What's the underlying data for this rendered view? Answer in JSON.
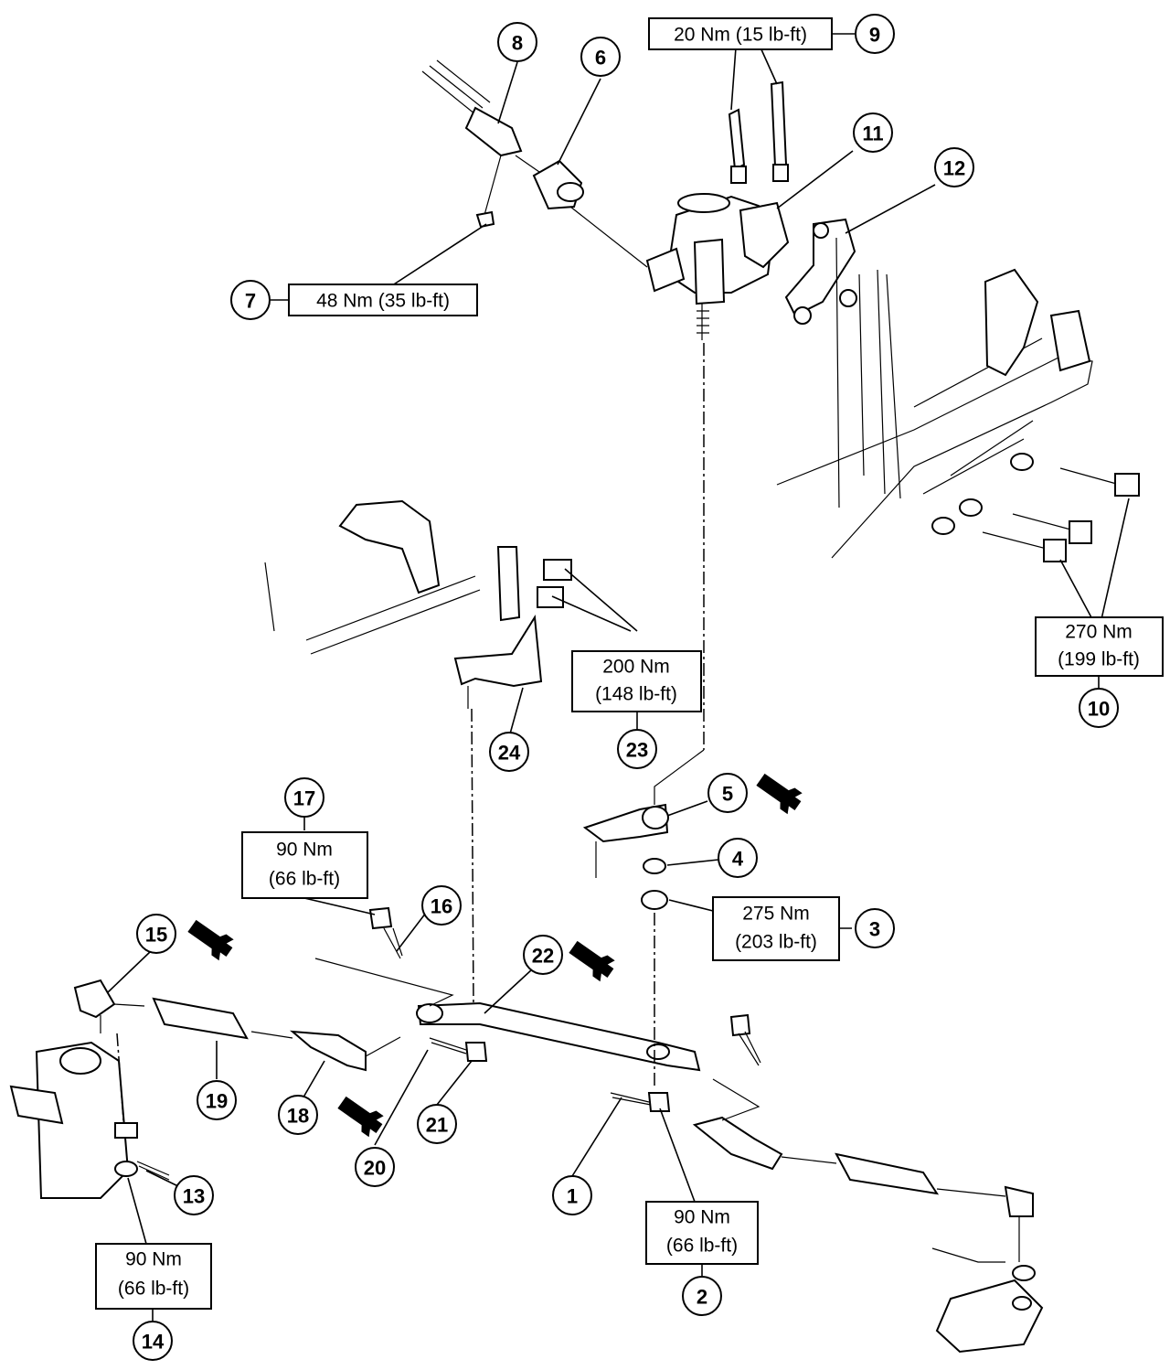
{
  "callouts": [
    "1",
    "2",
    "3",
    "4",
    "5",
    "6",
    "7",
    "8",
    "9",
    "10",
    "11",
    "12",
    "13",
    "14",
    "15",
    "16",
    "17",
    "18",
    "19",
    "20",
    "21",
    "22",
    "23",
    "24"
  ],
  "torques": {
    "t9": "20 Nm (15 lb-ft)",
    "t7": "48 Nm (35 lb-ft)",
    "t10a": "270 Nm",
    "t10b": "(199 lb-ft)",
    "t23a": "200 Nm",
    "t23b": "(148 lb-ft)",
    "t17a": "90 Nm",
    "t17b": "(66 lb-ft)",
    "t3a": "275 Nm",
    "t3b": "(203 lb-ft)",
    "t2a": "90 Nm",
    "t2b": "(66 lb-ft)",
    "t14a": "90 Nm",
    "t14b": "(66 lb-ft)"
  },
  "icons": [
    "wrench-icon"
  ]
}
